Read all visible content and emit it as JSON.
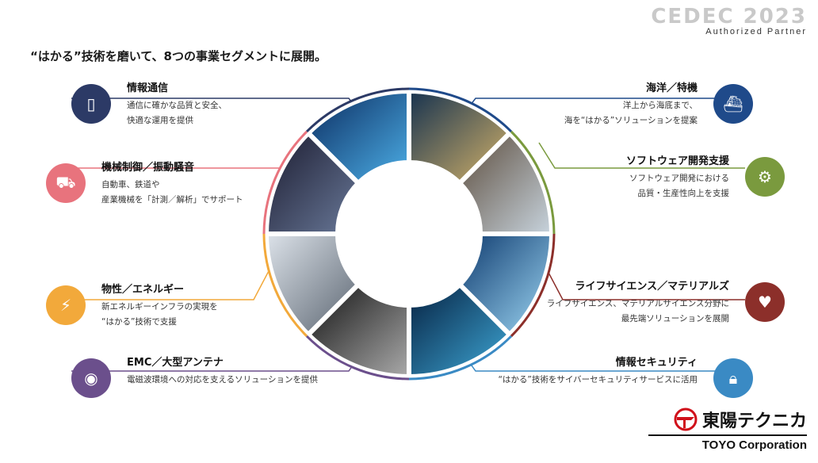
{
  "partner_logo": {
    "mark": "CEDEC 2023",
    "label": "Authorized Partner"
  },
  "headline": "“はかる”技術を磨いて、8つの事業セグメントに展開。",
  "segments_left": [
    {
      "title": "情報通信",
      "desc1": "通信に確かな品質と安全、",
      "desc2": "快適な運用を提供",
      "color": "#2c3a66",
      "icon": "phone-icon"
    },
    {
      "title": "機械制御／振動騒音",
      "desc1": "自動車、鉄道や",
      "desc2": "産業機械を「計測／解析」でサポート",
      "color": "#e8737d",
      "icon": "car-icon"
    },
    {
      "title": "物性／エネルギー",
      "desc1": "新エネルギーインフラの実現を",
      "desc2": "“はかる”技術で支援",
      "color": "#f2a93b",
      "icon": "battery-icon"
    },
    {
      "title": "EMC／大型アンテナ",
      "desc1": "電磁波環境への対応を支えるソリューションを提供",
      "desc2": "",
      "color": "#6b4f8c",
      "icon": "antenna-icon"
    }
  ],
  "segments_right": [
    {
      "title": "海洋／特機",
      "desc1": "洋上から海底まで、",
      "desc2": "海を“はかる”ソリューションを提案",
      "color": "#1f4a8a",
      "icon": "ship-icon"
    },
    {
      "title": "ソフトウェア開発支援",
      "desc1": "ソフトウェア開発における",
      "desc2": "品質・生産性向上を支援",
      "color": "#7a9a3e",
      "icon": "gear-monitor-icon"
    },
    {
      "title": "ライフサイエンス／マテリアルズ",
      "desc1": "ライフサイエンス、マテリアルサイエンス分野に",
      "desc2": "最先端ソリューションを展開",
      "color": "#8c2f2a",
      "icon": "person-heart-icon"
    },
    {
      "title": "情報セキュリティ",
      "desc1": "“はかる”技術をサイバーセキュリティサービスに活用",
      "desc2": "",
      "color": "#3a8ac4",
      "icon": "lock-icon"
    }
  ],
  "brand": {
    "jp": "東陽テクニカ",
    "en": "TOYO Corporation"
  }
}
